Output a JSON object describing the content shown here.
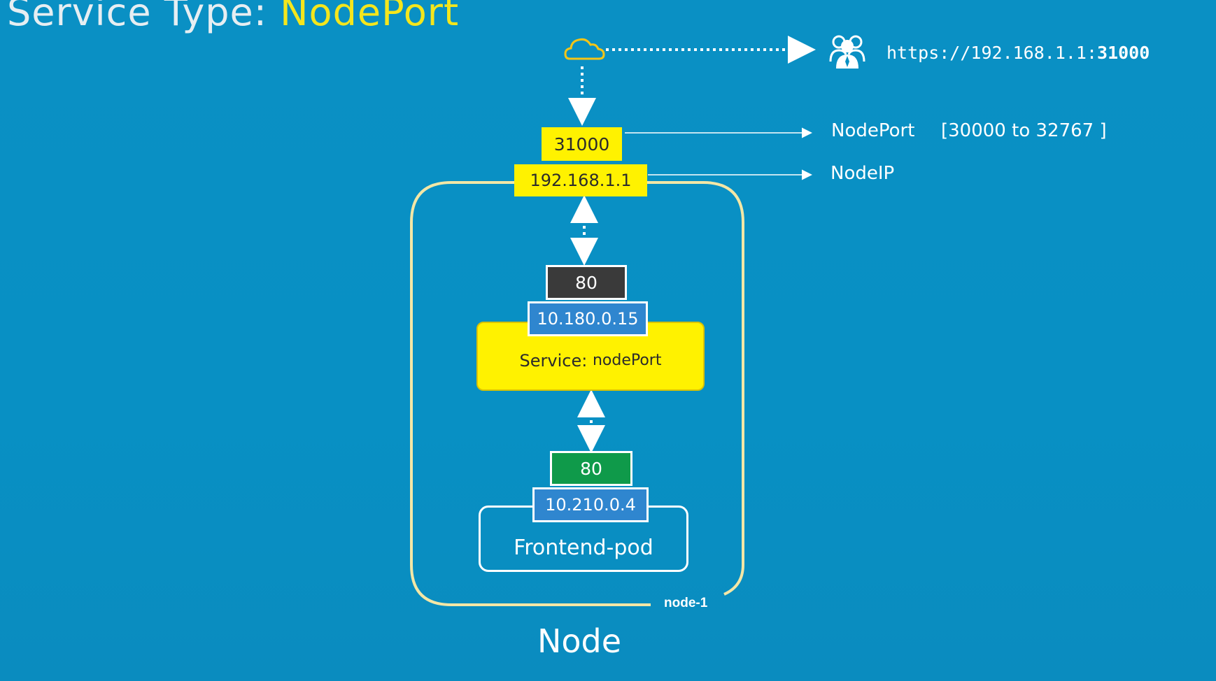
{
  "title": {
    "prefix": "Service Type: ",
    "accent": "NodePort"
  },
  "client": {
    "url_prefix": "https://192.168.1.1:",
    "url_port": "31000",
    "icon": "users-icon",
    "cloud_icon": "cloud-icon"
  },
  "node": {
    "port": "31000",
    "ip": "192.168.1.1",
    "name": "node-1",
    "caption": "Node"
  },
  "annotations": {
    "nodeport_label": "NodePort",
    "nodeport_range": "[30000 to 32767 ]",
    "nodeip_label": "NodeIP"
  },
  "service": {
    "port": "80",
    "ip": "10.180.0.15",
    "label": "Service:",
    "type": "nodePort"
  },
  "pod": {
    "port": "80",
    "ip": "10.210.0.4",
    "name": "Frontend-pod"
  },
  "colors": {
    "background": "#0890c4",
    "highlight": "#fff200",
    "accent_title": "#f4e61c",
    "node_border": "#f3e7a6",
    "service_port": "#3a3a3a",
    "pod_port": "#0f9a4a",
    "ip_box": "#2f86cf"
  }
}
